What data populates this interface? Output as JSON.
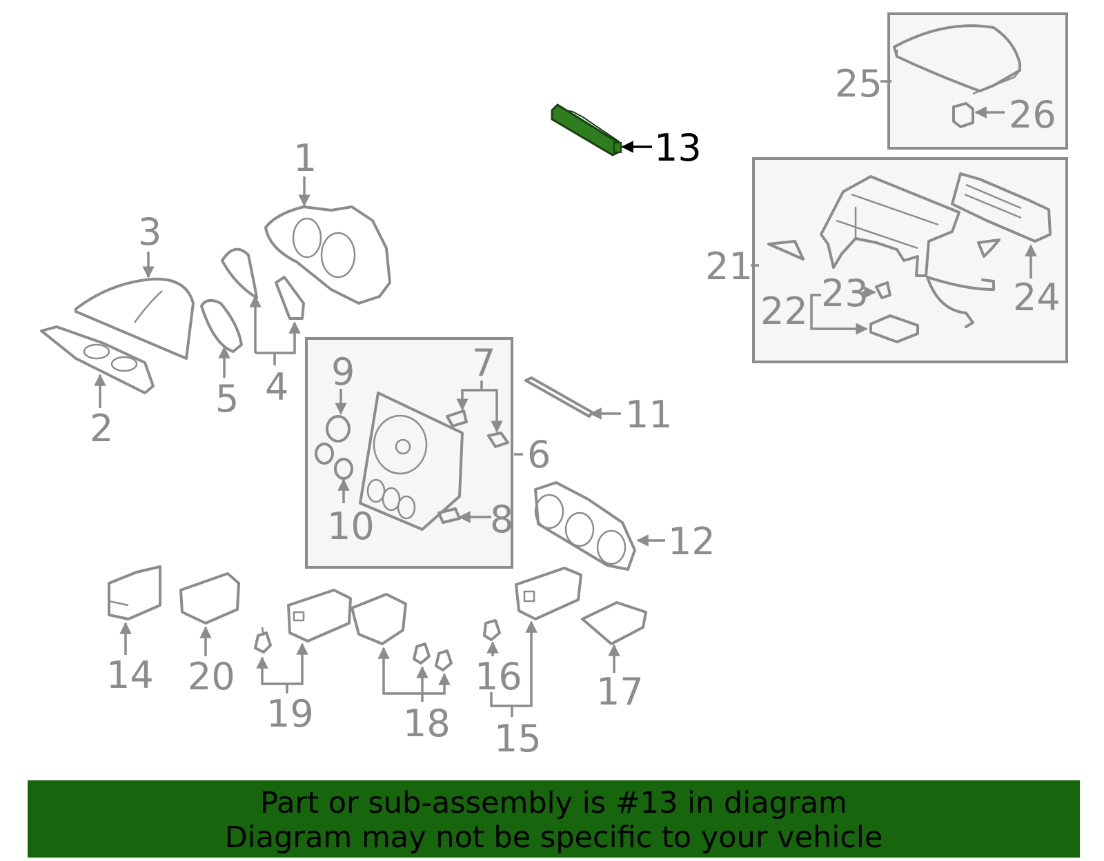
{
  "highlight_color": "#2e7d1e",
  "banner_color": "#17660e",
  "labels": {
    "p1": "1",
    "p2": "2",
    "p3": "3",
    "p4": "4",
    "p5": "5",
    "p6": "6",
    "p7": "7",
    "p8": "8",
    "p9": "9",
    "p10": "10",
    "p11": "11",
    "p12": "12",
    "p13": "13",
    "p14": "14",
    "p15": "15",
    "p16": "16",
    "p17": "17",
    "p18": "18",
    "p19": "19",
    "p20": "20",
    "p21": "21",
    "p22": "22",
    "p23": "23",
    "p24": "24",
    "p25": "25",
    "p26": "26"
  },
  "highlighted_part": "13",
  "banner": {
    "line1": "Part or sub-assembly is #13 in diagram",
    "line2": "Diagram may not be specific to your vehicle"
  }
}
